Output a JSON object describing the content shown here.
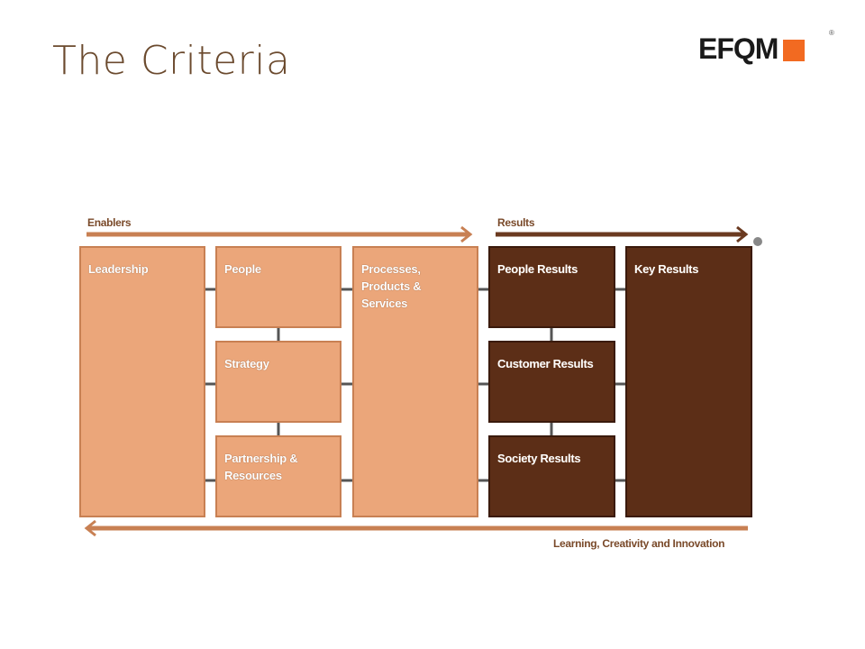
{
  "slide": {
    "title": "The Criteria"
  },
  "logo": {
    "text": "EFQM",
    "registered": "®",
    "accent_color": "#f26a21"
  },
  "model": {
    "enablers_label": "Enablers",
    "results_label": "Results",
    "footer_label": "Learning, Creativity and Innovation",
    "enablers": [
      {
        "id": "leadership",
        "label": "Leadership"
      },
      {
        "id": "people",
        "label": "People"
      },
      {
        "id": "strategy",
        "label": "Strategy"
      },
      {
        "id": "partnership",
        "label": "Partnership &\nResources"
      },
      {
        "id": "processes",
        "label": "Processes,\nProducts &\nServices"
      }
    ],
    "results": [
      {
        "id": "people-results",
        "label": "People Results"
      },
      {
        "id": "customer-results",
        "label": "Customer Results"
      },
      {
        "id": "society-results",
        "label": "Society Results"
      },
      {
        "id": "key-results",
        "label": "Key Results"
      }
    ],
    "colors": {
      "enabler_fill": "#eba67a",
      "result_fill": "#5c2e17",
      "connector": "#555555"
    }
  }
}
